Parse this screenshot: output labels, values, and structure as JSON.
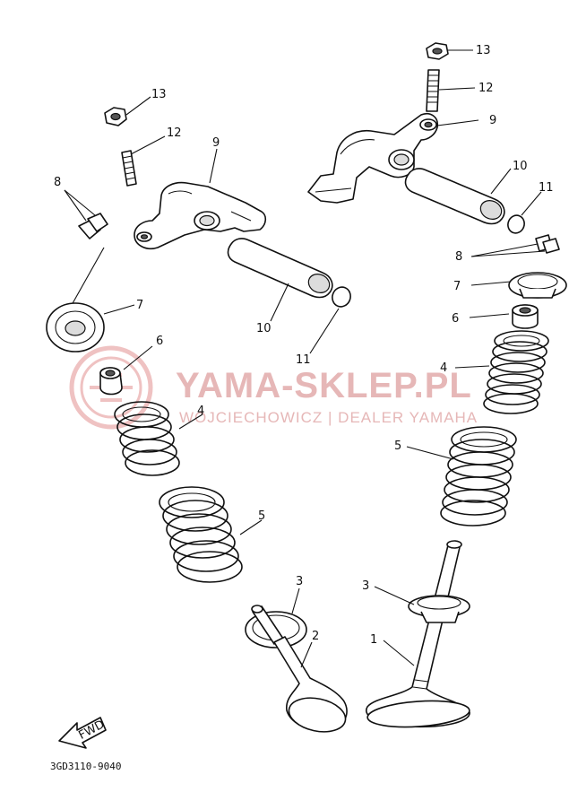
{
  "watermark": {
    "brand": "YAMA-SKLEP.PL",
    "dealer": "WOJCIECHOWICZ | DEALER YAMAHA"
  },
  "diagram_code": "3GD3110-9040",
  "fwd_label": "FWD",
  "colors": {
    "line": "#111111",
    "watermark": "#e6b7b7"
  },
  "callouts": {
    "left_13": "13",
    "left_12": "12",
    "left_9": "9",
    "left_8": "8",
    "left_7": "7",
    "left_10": "10",
    "left_11": "11",
    "left_6": "6",
    "left_4": "4",
    "left_5": "5",
    "left_3": "3",
    "left_2": "2",
    "right_13": "13",
    "right_12": "12",
    "right_9": "9",
    "right_10": "10",
    "right_11": "11",
    "right_8": "8",
    "right_7": "7",
    "right_6": "6",
    "right_4": "4",
    "right_5": "5",
    "right_3": "3",
    "right_1": "1"
  }
}
